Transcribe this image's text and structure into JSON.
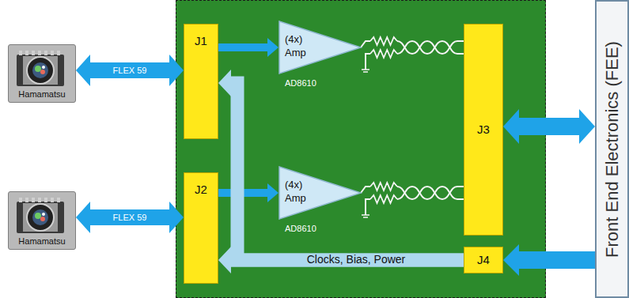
{
  "diagram": {
    "nodes": [
      {
        "text": [
          "Hamamatsu"
        ]
      },
      {
        "text": [
          "Hamamatsu"
        ]
      },
      {
        "text": [
          "J1"
        ]
      },
      {
        "text": [
          "J2"
        ]
      },
      {
        "text": [
          "(4x) Amp",
          "AD8610"
        ]
      },
      {
        "text": [
          "(4x) Amp",
          "AD8610"
        ]
      },
      {
        "text": [
          "J3"
        ]
      },
      {
        "text": [
          "J4"
        ]
      },
      {
        "text": [
          "Front End Electronics (FEE)"
        ]
      }
    ],
    "edges": [
      {
        "from": 0,
        "to": 2,
        "label": "FLEX 59",
        "arrow": "both"
      },
      {
        "from": 1,
        "to": 3,
        "label": "FLEX 59",
        "arrow": "both"
      },
      {
        "from": 2,
        "to": 4,
        "arrow": "to"
      },
      {
        "from": 3,
        "to": 5,
        "arrow": "to"
      },
      {
        "from": 4,
        "to": 6,
        "arrow": "none"
      },
      {
        "from": 5,
        "to": 6,
        "arrow": "none"
      },
      {
        "from": 6,
        "to": 8,
        "arrow": "both"
      },
      {
        "from": 8,
        "to": 7,
        "arrow": "to"
      },
      {
        "from": 7,
        "to": 2,
        "arrow": "to"
      },
      {
        "from": 7,
        "to": 3,
        "label": "Clocks, Bias, Power",
        "arrow": "to"
      }
    ]
  }
}
